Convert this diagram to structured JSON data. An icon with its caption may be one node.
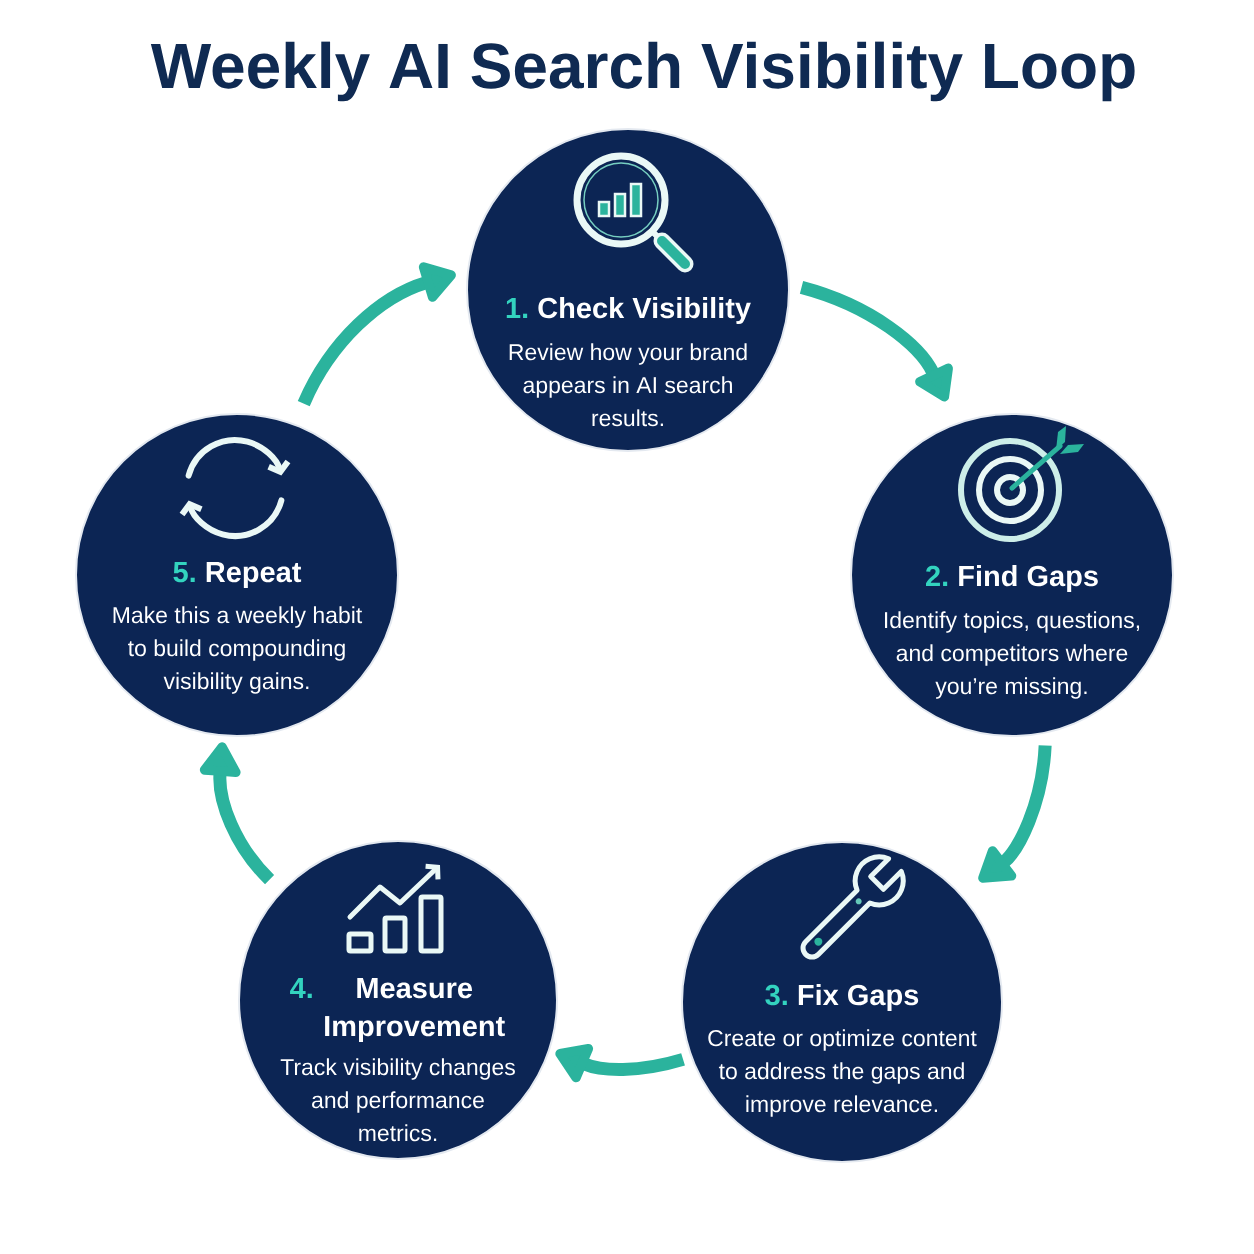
{
  "diagram": {
    "title": "Weekly AI Search Visibility Loop",
    "nodes": [
      {
        "text": [
          "1.",
          "Check Visibility",
          "Review how your brand appears in AI search results."
        ]
      },
      {
        "text": [
          "2.",
          "Find Gaps",
          "Identify topics, questions, and competitors where you’re missing."
        ]
      },
      {
        "text": [
          "3.",
          "Fix Gaps",
          "Create or optimize content to address the gaps and improve relevance."
        ]
      },
      {
        "text": [
          "4.",
          "Measure Improvement",
          "Track visibility changes and performance metrics."
        ]
      },
      {
        "text": [
          "5.",
          "Repeat",
          "Make this a weekly habit to build compounding visibility gains."
        ]
      }
    ],
    "edges": [
      {
        "from": 0,
        "to": 1,
        "arrow": "to"
      },
      {
        "from": 1,
        "to": 2,
        "arrow": "to"
      },
      {
        "from": 2,
        "to": 3,
        "arrow": "to"
      },
      {
        "from": 3,
        "to": 4,
        "arrow": "to"
      },
      {
        "from": 4,
        "to": 0,
        "arrow": "to"
      }
    ]
  }
}
